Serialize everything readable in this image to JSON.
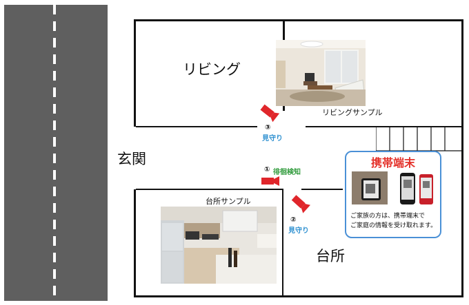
{
  "rooms": {
    "living": "リビング",
    "entrance": "玄関",
    "kitchen": "台所"
  },
  "photos": {
    "living_caption": "リビングサンプル",
    "kitchen_caption": "台所サンプル"
  },
  "cameras": [
    {
      "number": "③",
      "label": "見守り"
    },
    {
      "number": "①",
      "label": "徘徊検知"
    },
    {
      "number": "②",
      "label": "見守り"
    }
  ],
  "card": {
    "title": "携帯端末",
    "line1": "ご家族の方は、携帯端末で",
    "line2": "ご家庭の情報を受け取れます。"
  },
  "colors": {
    "camera": "#e0262b",
    "watch_label": "#2c8fd0",
    "wander_label": "#2e9a3a",
    "card_title": "#e4322b",
    "card_border": "#4a90d6",
    "road": "#5f5f5f"
  }
}
